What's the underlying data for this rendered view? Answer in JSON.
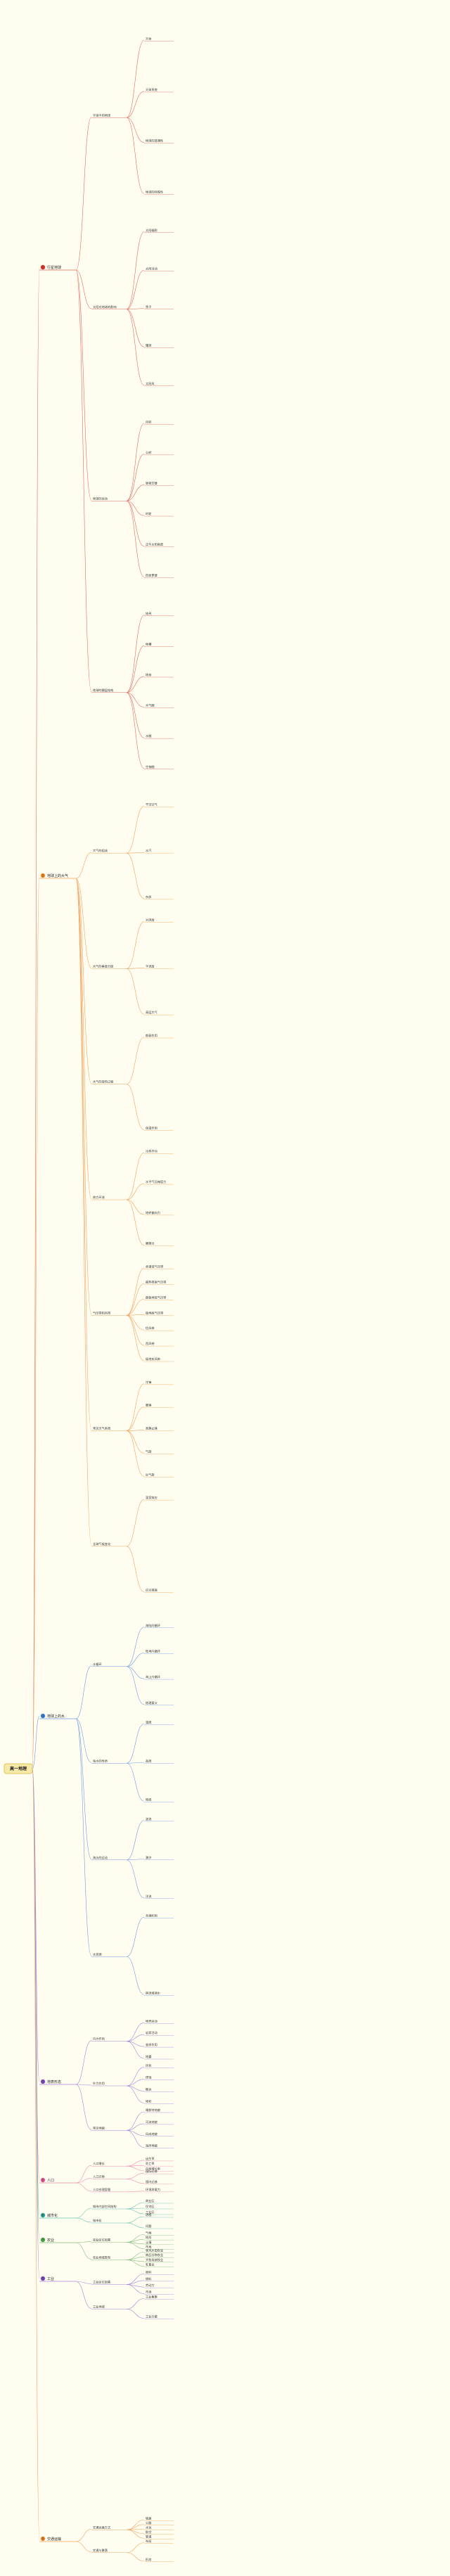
{
  "colors": {
    "background": "#fffdf0",
    "root_fill": "#f7e9a8",
    "root_stroke": "#d9b93a",
    "badge_red": "#d9372c",
    "badge_orange": "#ef8a2b",
    "badge_blue": "#3d7ed8",
    "badge_purple": "#7d4fc1",
    "badge_pink": "#e25a8f",
    "badge_teal": "#2fa59a",
    "badge_green": "#4fa64a",
    "line_red": "#e06a5f",
    "line_orange": "#f0a45e",
    "line_blue": "#6e9de0",
    "line_purple": "#a585d5",
    "line_pink": "#ee8db1",
    "line_teal": "#66c2b8",
    "line_green": "#82c07e"
  },
  "root": {
    "label": "高一地理"
  },
  "categories": [
    {
      "id": "c1",
      "label": "行星地球",
      "badge": "1",
      "color": "red"
    },
    {
      "id": "c2",
      "label": "地球上的大气",
      "badge": "2",
      "color": "orange"
    },
    {
      "id": "c3",
      "label": "地球上的水",
      "badge": "3",
      "color": "blue"
    },
    {
      "id": "c4",
      "label": "地表形态",
      "badge": "4",
      "color": "purple"
    },
    {
      "id": "c5",
      "label": "人口",
      "badge": "5",
      "color": "pink"
    },
    {
      "id": "c6",
      "label": "城市化",
      "badge": "6",
      "color": "teal"
    },
    {
      "id": "c7",
      "label": "农业",
      "badge": "7",
      "color": "green"
    },
    {
      "id": "c8",
      "label": "工业",
      "badge": "8",
      "color": "purple"
    },
    {
      "id": "c9",
      "label": "交通运输",
      "badge": "9",
      "color": "orange"
    }
  ],
  "branches": {
    "c1": [
      {
        "label": "宇宙中的地球",
        "items": [
          "天体",
          "天体系统",
          "地球的普通性",
          "地球的特殊性"
        ]
      },
      {
        "label": "太阳对地球的影响",
        "items": [
          "太阳辐射",
          "太阳活动",
          "黑子",
          "耀斑",
          "太阳风"
        ]
      },
      {
        "label": "地球的运动",
        "items": [
          "自转",
          "公转",
          "昼夜交替",
          "时差",
          "正午太阳高度",
          "四季更替"
        ]
      },
      {
        "label": "地球的圈层结构",
        "items": [
          "地壳",
          "地幔",
          "地核",
          "大气圈",
          "水圈",
          "生物圈"
        ]
      }
    ],
    "c2": [
      {
        "label": "大气的组成",
        "items": [
          "干洁空气",
          "水汽",
          "杂质"
        ]
      },
      {
        "label": "大气的垂直分层",
        "items": [
          "对流层",
          "平流层",
          "高层大气"
        ]
      },
      {
        "label": "大气的受热过程",
        "items": [
          "削弱作用",
          "保温作用"
        ]
      },
      {
        "label": "热力环流",
        "items": [
          "冷热不均",
          "水平气压梯度力",
          "地转偏向力",
          "摩擦力"
        ]
      },
      {
        "label": "气压带和风带",
        "items": [
          "赤道低气压带",
          "副热带高气压带",
          "副极地低气压带",
          "极地高气压带",
          "信风带",
          "西风带",
          "极地东风带"
        ]
      },
      {
        "label": "常见天气系统",
        "items": [
          "冷锋",
          "暖锋",
          "准静止锋",
          "气旋",
          "反气旋"
        ]
      },
      {
        "label": "全球气候变化",
        "items": [
          "温室效应",
          "应对措施"
        ]
      }
    ],
    "c3": [
      {
        "label": "水循环",
        "items": [
          "海陆间循环",
          "陆地内循环",
          "海上内循环",
          "地理意义"
        ]
      },
      {
        "label": "海水的性质",
        "items": [
          "温度",
          "盐度",
          "密度"
        ]
      },
      {
        "label": "海水的运动",
        "items": [
          "波浪",
          "潮汐",
          "洋流"
        ]
      },
      {
        "label": "水资源",
        "items": [
          "合理利用",
          "跨流域调水"
        ]
      }
    ],
    "c4": [
      {
        "label": "内力作用",
        "items": [
          "地壳运动",
          "岩浆活动",
          "变质作用",
          "地震"
        ]
      },
      {
        "label": "外力作用",
        "items": [
          "风化",
          "侵蚀",
          "搬运",
          "堆积"
        ]
      },
      {
        "label": "常见地貌",
        "items": [
          "喀斯特地貌",
          "河流地貌",
          "风成地貌",
          "海岸地貌"
        ]
      }
    ],
    "c5": [
      {
        "label": "人口增长",
        "items": [
          "出生率",
          "死亡率",
          "自然增长率"
        ]
      },
      {
        "label": "人口迁移",
        "items": [
          "国际迁移",
          "国内迁移"
        ]
      },
      {
        "label": "人口合理容量",
        "items": [
          "环境承载力"
        ]
      }
    ],
    "c6": [
      {
        "label": "城市内部空间结构",
        "items": [
          "商业区",
          "住宅区",
          "工业区"
        ]
      },
      {
        "label": "城市化",
        "items": [
          "进程",
          "问题"
        ]
      }
    ],
    "c7": [
      {
        "label": "农业区位因素",
        "items": [
          "气候",
          "地形",
          "土壤",
          "市场"
        ]
      },
      {
        "label": "农业地域类型",
        "items": [
          "季风水田农业",
          "商品谷物农业",
          "大牧场放牧业",
          "乳畜业"
        ]
      }
    ],
    "c8": [
      {
        "label": "工业区位因素",
        "items": [
          "原料",
          "燃料",
          "劳动力",
          "市场"
        ]
      },
      {
        "label": "工业地域",
        "items": [
          "工业集聚",
          "工业分散"
        ]
      }
    ],
    "c9": [
      {
        "label": "交通运输方式",
        "items": [
          "铁路",
          "公路",
          "水运",
          "航空",
          "管道"
        ]
      },
      {
        "label": "交通与聚落",
        "items": [
          "布局",
          "形态"
        ]
      }
    ]
  }
}
